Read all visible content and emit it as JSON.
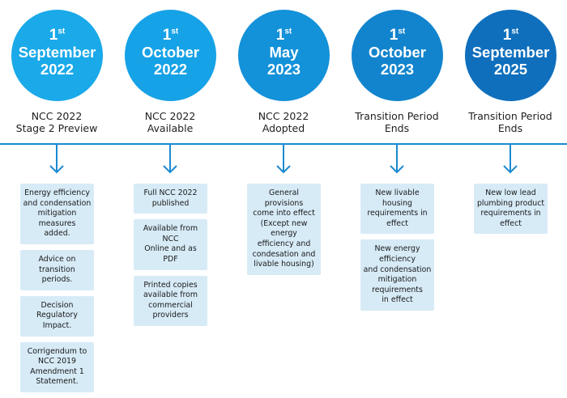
{
  "milestones": [
    {
      "day": "1",
      "suffix": "st",
      "month": "September",
      "year": "2022",
      "color": "#1aa9e9",
      "event": [
        "NCC 2022",
        "Stage 2 Preview"
      ],
      "notes": [
        [
          "Energy efficiency",
          "and condensation",
          "mitigation measures",
          "added."
        ],
        [
          "Advice on",
          "transition periods."
        ],
        [
          "Decision Regulatory",
          "Impact."
        ],
        [
          "Corrigendum to",
          "NCC 2019",
          "Amendment 1",
          "Statement."
        ]
      ]
    },
    {
      "day": "1",
      "suffix": "st",
      "month": "October",
      "year": "2022",
      "color": "#16a2e6",
      "event": [
        "NCC 2022",
        "Available"
      ],
      "notes": [
        [
          "Full NCC 2022",
          "published"
        ],
        [
          "Available from NCC",
          "Online and as PDF"
        ],
        [
          "Printed copies",
          "available from",
          "commercial providers"
        ]
      ]
    },
    {
      "day": "1",
      "suffix": "st",
      "month": "May",
      "year": "2023",
      "color": "#1391d9",
      "event": [
        "NCC 2022",
        "Adopted"
      ],
      "notes": [
        [
          "General provisions",
          "come into effect",
          "(Except new energy",
          "efficiency and",
          "condesation and",
          "livable housing)"
        ]
      ]
    },
    {
      "day": "1",
      "suffix": "st",
      "month": "October",
      "year": "2023",
      "color": "#1284cd",
      "event": [
        "Transition Period",
        "Ends"
      ],
      "notes": [
        [
          "New livable housing",
          "requirements in",
          "effect"
        ],
        [
          "New energy efficiency",
          "and condensation",
          "mitigation",
          "requirements",
          "in effect"
        ]
      ]
    },
    {
      "day": "1",
      "suffix": "st",
      "month": "September",
      "year": "2025",
      "color": "#0f6fbd",
      "event": [
        "Transition Period",
        "Ends"
      ],
      "notes": [
        [
          "New low lead",
          "plumbing product",
          "requirements in effect"
        ]
      ]
    }
  ],
  "colors": {
    "timeline": "#1b8ad0",
    "box": "#d7ebf7"
  }
}
